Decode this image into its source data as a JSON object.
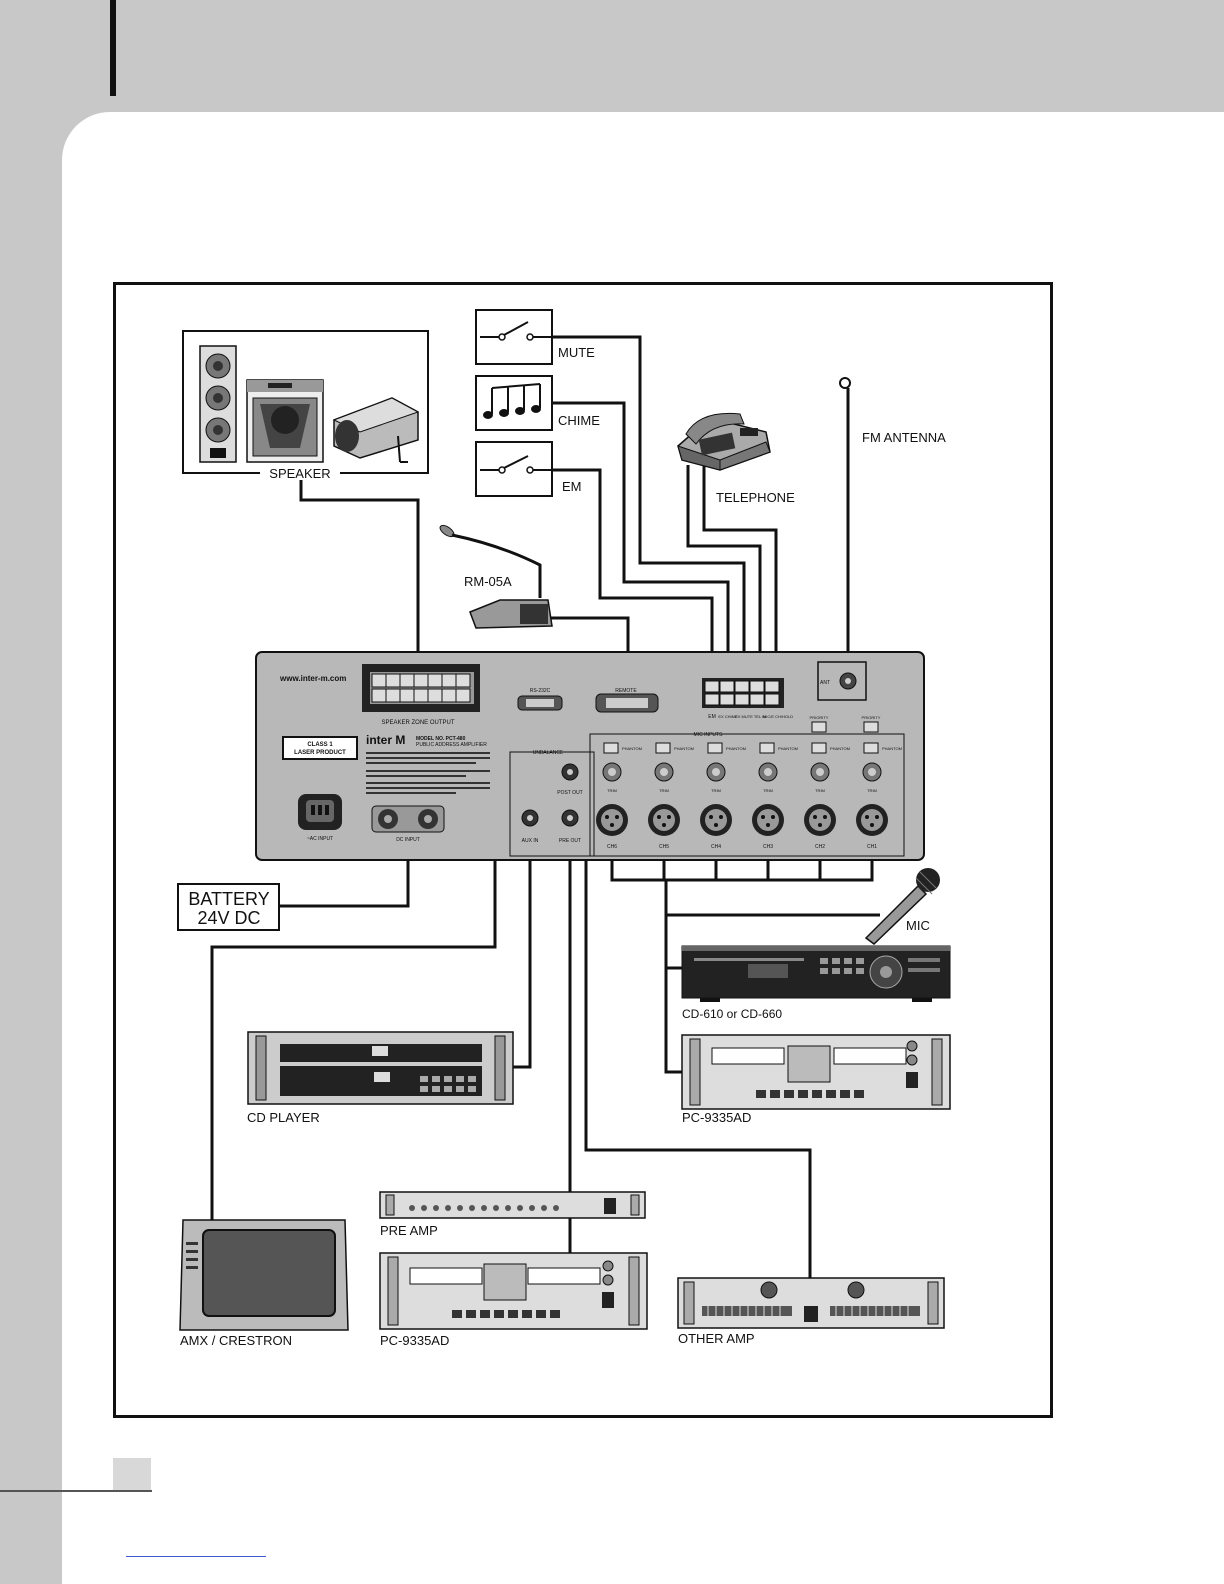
{
  "diagram": {
    "labels": {
      "speaker": "SPEAKER",
      "mute": "MUTE",
      "chime": "CHIME",
      "em": "EM",
      "telephone": "TELEPHONE",
      "fm_antenna": "FM ANTENNA",
      "rm05a": "RM-05A",
      "battery_line1": "BATTERY",
      "battery_line2": "24V DC",
      "mic": "MIC",
      "cd610": "CD-610 or CD-660",
      "cd_player": "CD PLAYER",
      "pc9335ad_right": "PC-9335AD",
      "pre_amp": "PRE AMP",
      "amx": "AMX / CRESTRON",
      "pc9335ad_bottom": "PC-9335AD",
      "other_amp": "OTHER AMP"
    },
    "amplifier": {
      "website": "www.inter-m.com",
      "brand": "inter M",
      "model": "MODEL NO. PCT-480",
      "subtitle": "PUBLIC ADDRESS AMPLIFIER",
      "class1_line1": "CLASS 1",
      "class1_line2": "LASER PRODUCT",
      "speaker_zone_output": "SPEAKER ZONE OUTPUT",
      "rs232c": "RS-232C",
      "remote": "REMOTE",
      "mic_inputs": "MIC INPUTS",
      "unbalance": "UNBALANCE",
      "post_out": "POST OUT",
      "aux_in": "AUX IN",
      "pre_out": "PRE OUT",
      "ac_input": "~AC INPUT",
      "dc_input": "DC INPUT",
      "ant": "ANT",
      "phantom": "PHANTOM",
      "trim": "TRIM",
      "priority": "PRIORITY",
      "channels": [
        "CH6",
        "CH5",
        "CH4",
        "CH3",
        "CH2",
        "CH1"
      ],
      "terminals": [
        "EM",
        "EX CHIME",
        "EX MUTE",
        "TEL IN",
        "MIC/E CH/HOLD"
      ]
    },
    "bottom": {
      "page_number": ""
    }
  }
}
